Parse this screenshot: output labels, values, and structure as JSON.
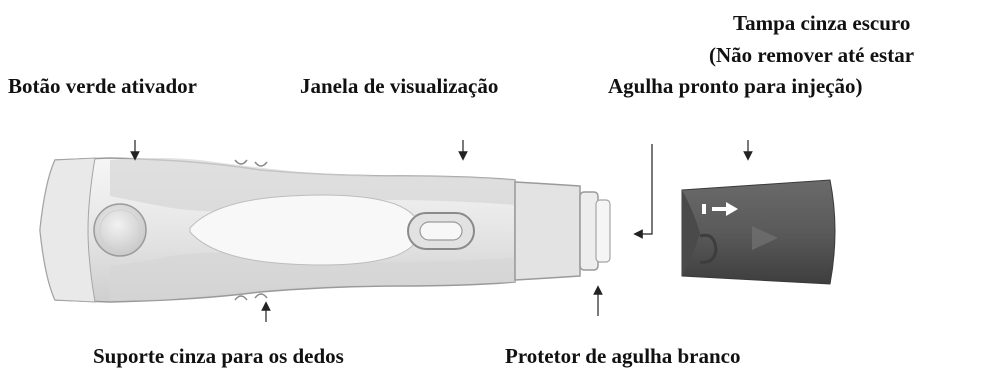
{
  "labels": {
    "activator_button": "Botão verde ativador",
    "viewing_window": "Janela de visualização",
    "cap_line1": "Tampa cinza escuro",
    "cap_line2": "(Não remover até estar",
    "cap_line3": "Agulha pronto para injeção)",
    "finger_grip": "Suporte cinza para os dedos",
    "needle_shield": "Protetor de agulha branco"
  },
  "colors": {
    "body_light": "#ececec",
    "body_grip": "#d4d4d4",
    "outline": "#9a9a9a",
    "cap_dark": "#5f5f5f",
    "cap_darker": "#4a4a4a",
    "arrow": "#222222"
  },
  "icons": {
    "pointer": "arrow-icon",
    "cap_direction": "arrow-right-icon"
  }
}
